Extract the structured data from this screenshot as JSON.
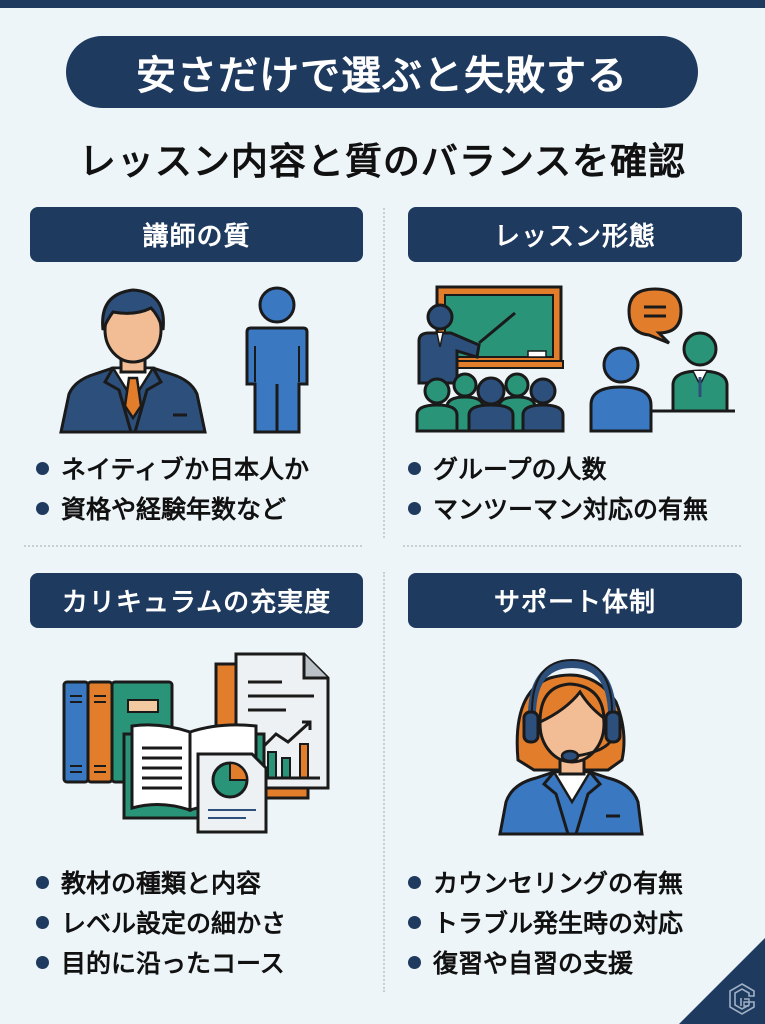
{
  "header": {
    "title": "安さだけで選ぶと失敗する",
    "subtitle": "レッスン内容と質のバランスを確認"
  },
  "sections": [
    {
      "title": "講師の質",
      "icon": "teacher-native-vs-japanese-icon",
      "bullets": [
        "ネイティブか日本人か",
        "資格や経験年数など"
      ]
    },
    {
      "title": "レッスン形態",
      "icon": "group-vs-one-on-one-icon",
      "bullets": [
        "グループの人数",
        "マンツーマン対応の有無"
      ]
    },
    {
      "title": "カリキュラムの充実度",
      "icon": "textbooks-and-documents-icon",
      "bullets": [
        "教材の種類と内容",
        "レベル設定の細かさ",
        "目的に沿ったコース"
      ]
    },
    {
      "title": "サポート体制",
      "icon": "support-operator-headset-icon",
      "bullets": [
        "カウンセリングの有無",
        "トラブル発生時の対応",
        "復習や自習の支援"
      ]
    }
  ],
  "colors": {
    "navy": "#1f3a5f",
    "background": "#eef5f8",
    "orange": "#e27d2c",
    "teal": "#2a9479",
    "blue": "#3a78c2",
    "skin": "#f2bd94"
  },
  "corner_logo": "brand-logo-icon"
}
